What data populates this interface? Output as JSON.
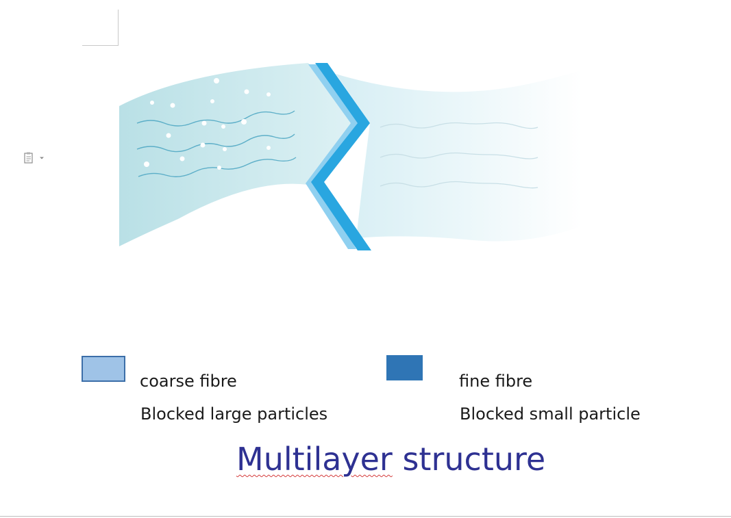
{
  "diagram": {
    "legend": [
      {
        "label": "coarse fibre",
        "description": "Blocked large particles",
        "color": "#9fc3e7"
      },
      {
        "label": "fine fibre",
        "description": "Blocked small particle",
        "color": "#2f75b5"
      }
    ],
    "title_words": {
      "first": "Multilayer",
      "rest": " structure"
    }
  },
  "colors": {
    "title": "#2e3192",
    "coarse_layer": "#bfe3e8",
    "fine_chevron": "#29a6e0",
    "light_chevron": "#8fd0f0"
  },
  "icons": {
    "paste_options": "paste-options-icon"
  }
}
